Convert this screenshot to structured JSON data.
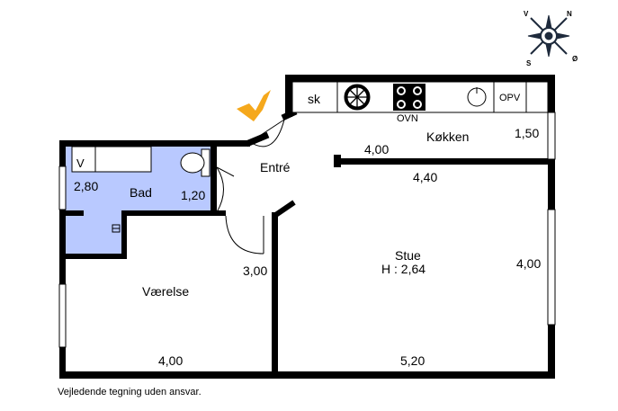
{
  "compass": {
    "n": "N",
    "s": "S",
    "v": "V",
    "o": "Ø"
  },
  "rooms": {
    "kokken": {
      "name": "Køkken",
      "dim_a": "4,00",
      "dim_b": "1,50"
    },
    "bad": {
      "name": "Bad",
      "dim_a": "2,80",
      "dim_b": "1,20"
    },
    "entre": {
      "name": "Entré"
    },
    "stue": {
      "name": "Stue",
      "height": "H : 2,64",
      "dim_a": "4,40",
      "dim_b": "4,00",
      "dim_c": "5,20"
    },
    "vaerelse": {
      "name": "Værelse",
      "dim_a": "3,00",
      "dim_b": "4,00"
    }
  },
  "fixtures": {
    "skab": "sk",
    "ovn": "OVN",
    "opv": "OPV",
    "vask": "V"
  },
  "colors": {
    "wall": "#000000",
    "bath": "#b9c9ff",
    "entrance_arrow": "#f5a81c",
    "compass": "#1e2a3c"
  },
  "disclaimer": "Vejledende tegning uden ansvar."
}
